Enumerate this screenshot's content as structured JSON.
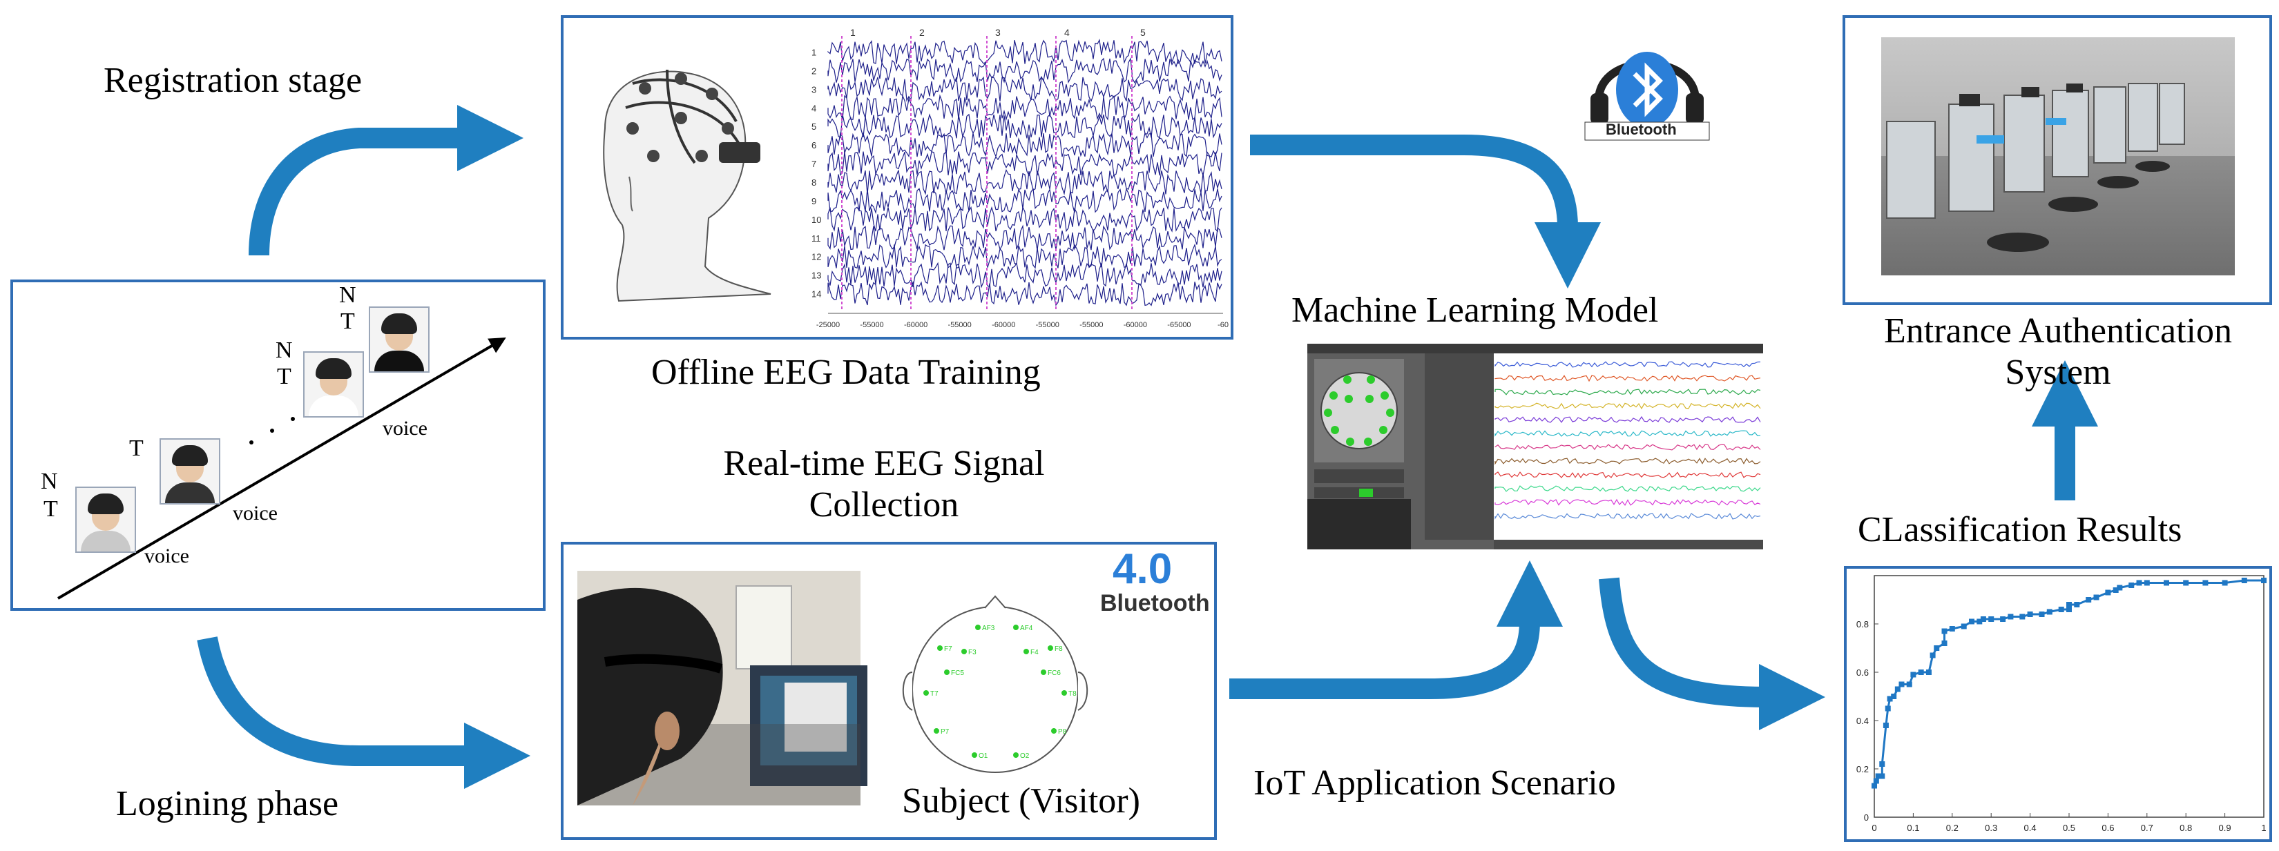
{
  "labels": {
    "registration_stage": "Registration stage",
    "logining_phase": "Logining phase",
    "offline_training": "Offline EEG Data Training",
    "realtime_collection_line1": "Real-time EEG Signal",
    "realtime_collection_line2": "Collection",
    "ml_model": "Machine Learning Model",
    "iot_scenario": "IoT Application Scenario",
    "entrance_line1": "Entrance Authentication",
    "entrance_line2": "System",
    "classification_results": "CLassification Results",
    "subject_visitor": "Subject (Visitor)"
  },
  "registration_panel": {
    "voice_labels": [
      "voice",
      "voice",
      "voice"
    ],
    "face_letters": [
      {
        "lines": [
          "N",
          "T"
        ]
      },
      {
        "lines": [
          "T"
        ]
      },
      {
        "lines": [
          "N",
          "T"
        ]
      },
      {
        "lines": [
          "N",
          "T"
        ]
      }
    ]
  },
  "eeg_chart": {
    "channel_numbers": [
      "1",
      "2",
      "3",
      "4",
      "5",
      "6",
      "7",
      "8",
      "9",
      "10",
      "11",
      "12",
      "13",
      "14"
    ],
    "event_markers": [
      "1",
      "2",
      "3",
      "4",
      "5"
    ],
    "x_tick_labels": [
      "-25000",
      "-55000",
      "-60000",
      "-55000",
      "-60000",
      "-55000",
      "-55000",
      "-60000",
      "-65000",
      "-60"
    ]
  },
  "bluetooth": {
    "top_logo_text": "Bluetooth",
    "v4_version": "4.0",
    "v4_text": "Bluetooth"
  },
  "headmap": {
    "electrodes": [
      "AF3",
      "AF4",
      "F7",
      "F8",
      "F3",
      "F4",
      "FC5",
      "FC6",
      "T7",
      "T8",
      "P7",
      "P8",
      "O1",
      "O2"
    ]
  },
  "colors": {
    "arrow": "#1f7fc0",
    "box_border": "#2f6db5",
    "roc_line": "#1f77c4",
    "eeg_trace": "#1d1f8a",
    "marker": "#d14fd1"
  },
  "chart_data": {
    "type": "line",
    "title": "",
    "xlabel": "",
    "ylabel": "",
    "xlim": [
      0,
      1
    ],
    "ylim": [
      0,
      1
    ],
    "x_ticks": [
      "0",
      "0.1",
      "0.2",
      "0.3",
      "0.4",
      "0.5",
      "0.6",
      "0.7",
      "0.8",
      "0.9",
      "1"
    ],
    "y_ticks": [
      "0",
      "0.2",
      "0.4",
      "0.6",
      "0.8"
    ],
    "series": [
      {
        "points": [
          [
            0,
            0.13
          ],
          [
            0.005,
            0.15
          ],
          [
            0.01,
            0.17
          ],
          [
            0.02,
            0.17
          ],
          [
            0.02,
            0.22
          ],
          [
            0.03,
            0.38
          ],
          [
            0.035,
            0.45
          ],
          [
            0.04,
            0.49
          ],
          [
            0.05,
            0.5
          ],
          [
            0.06,
            0.53
          ],
          [
            0.07,
            0.55
          ],
          [
            0.09,
            0.55
          ],
          [
            0.1,
            0.59
          ],
          [
            0.12,
            0.6
          ],
          [
            0.14,
            0.6
          ],
          [
            0.15,
            0.67
          ],
          [
            0.16,
            0.7
          ],
          [
            0.18,
            0.72
          ],
          [
            0.18,
            0.77
          ],
          [
            0.2,
            0.78
          ],
          [
            0.23,
            0.79
          ],
          [
            0.25,
            0.81
          ],
          [
            0.27,
            0.81
          ],
          [
            0.28,
            0.82
          ],
          [
            0.3,
            0.82
          ],
          [
            0.33,
            0.82
          ],
          [
            0.35,
            0.83
          ],
          [
            0.38,
            0.83
          ],
          [
            0.4,
            0.84
          ],
          [
            0.43,
            0.84
          ],
          [
            0.45,
            0.85
          ],
          [
            0.48,
            0.86
          ],
          [
            0.5,
            0.86
          ],
          [
            0.5,
            0.88
          ],
          [
            0.52,
            0.88
          ],
          [
            0.55,
            0.9
          ],
          [
            0.57,
            0.91
          ],
          [
            0.6,
            0.93
          ],
          [
            0.62,
            0.94
          ],
          [
            0.63,
            0.95
          ],
          [
            0.66,
            0.96
          ],
          [
            0.68,
            0.97
          ],
          [
            0.7,
            0.97
          ],
          [
            0.75,
            0.97
          ],
          [
            0.8,
            0.97
          ],
          [
            0.85,
            0.97
          ],
          [
            0.9,
            0.97
          ],
          [
            0.95,
            0.98
          ],
          [
            1,
            0.98
          ]
        ]
      }
    ]
  }
}
